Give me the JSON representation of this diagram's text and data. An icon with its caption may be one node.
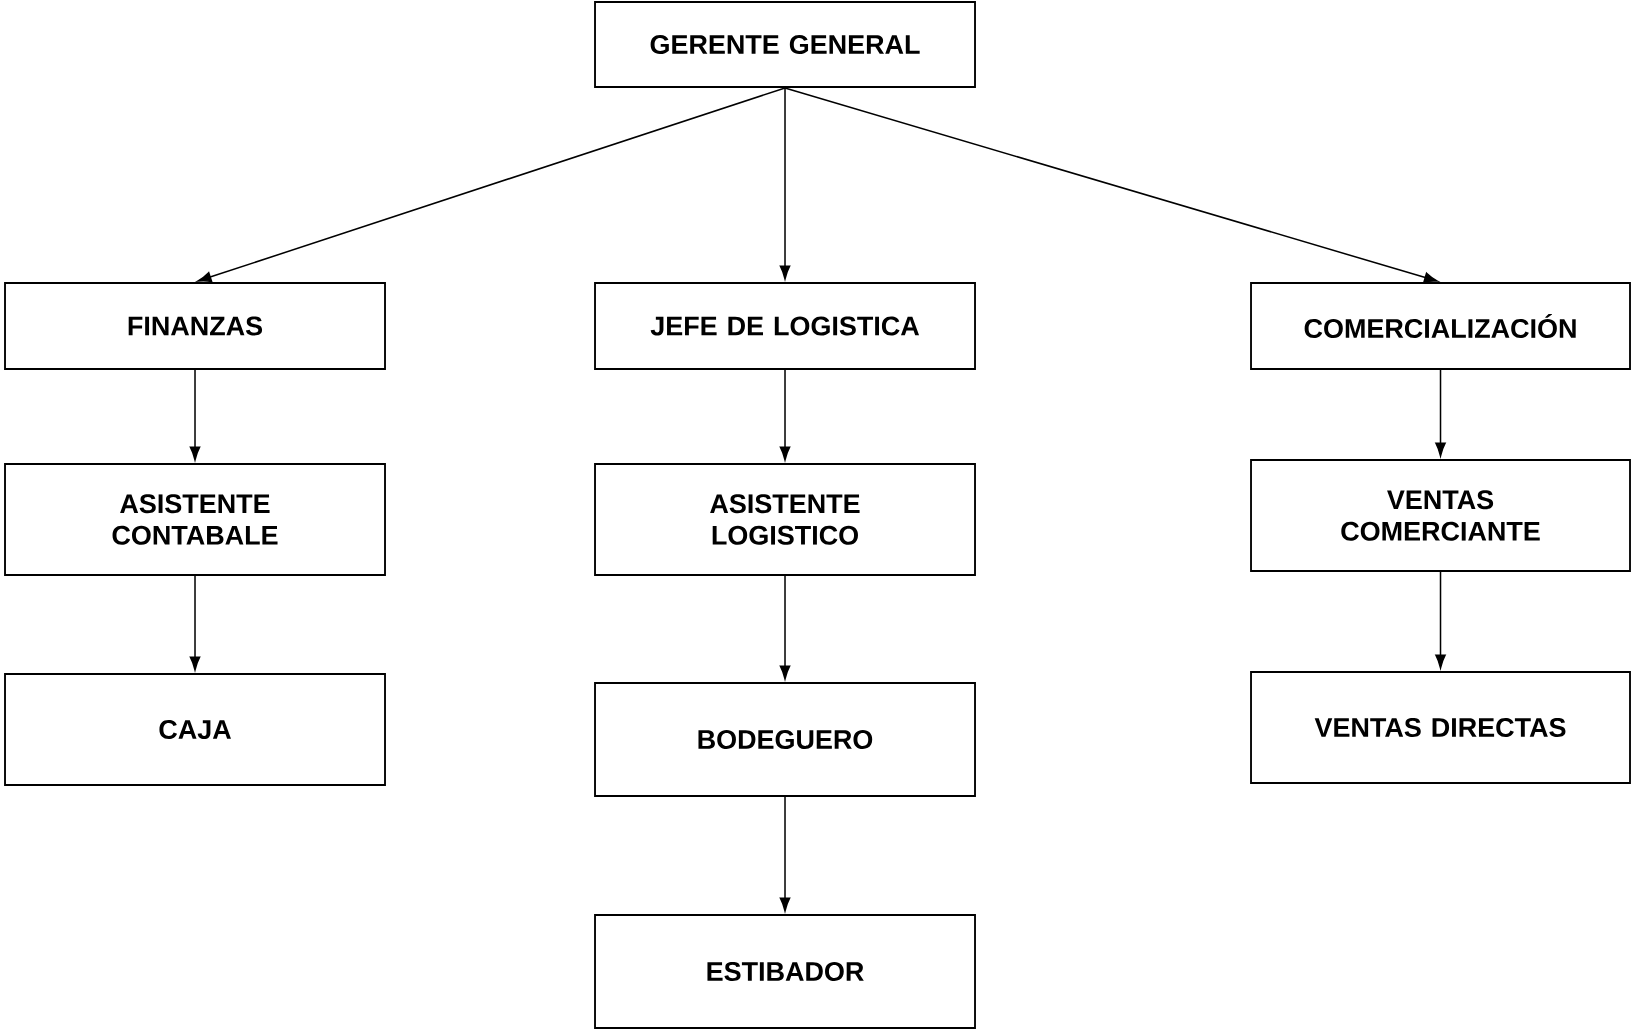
{
  "diagram": {
    "nodes": [
      {
        "text": [
          "GERENTE GENERAL"
        ]
      },
      {
        "text": [
          "FINANZAS"
        ]
      },
      {
        "text": [
          "JEFE DE LOGISTICA"
        ]
      },
      {
        "text": [
          "COMERCIALIZACIÓN"
        ]
      },
      {
        "text": [
          "ASISTENTE CONTABALE"
        ]
      },
      {
        "text": [
          "ASISTENTE LOGISTICO"
        ]
      },
      {
        "text": [
          "VENTAS COMERCIANTE"
        ]
      },
      {
        "text": [
          "CAJA"
        ]
      },
      {
        "text": [
          "BODEGUERO"
        ]
      },
      {
        "text": [
          "VENTAS DIRECTAS"
        ]
      },
      {
        "text": [
          "ESTIBADOR"
        ]
      }
    ],
    "edges": [
      {
        "from": 0,
        "to": 1,
        "arrow": "to"
      },
      {
        "from": 0,
        "to": 2,
        "arrow": "to"
      },
      {
        "from": 0,
        "to": 3,
        "arrow": "to"
      },
      {
        "from": 1,
        "to": 4,
        "arrow": "to"
      },
      {
        "from": 4,
        "to": 7,
        "arrow": "to"
      },
      {
        "from": 2,
        "to": 5,
        "arrow": "to"
      },
      {
        "from": 5,
        "to": 8,
        "arrow": "to"
      },
      {
        "from": 8,
        "to": 10,
        "arrow": "to"
      },
      {
        "from": 3,
        "to": 6,
        "arrow": "to"
      },
      {
        "from": 6,
        "to": 9,
        "arrow": "to"
      }
    ]
  }
}
